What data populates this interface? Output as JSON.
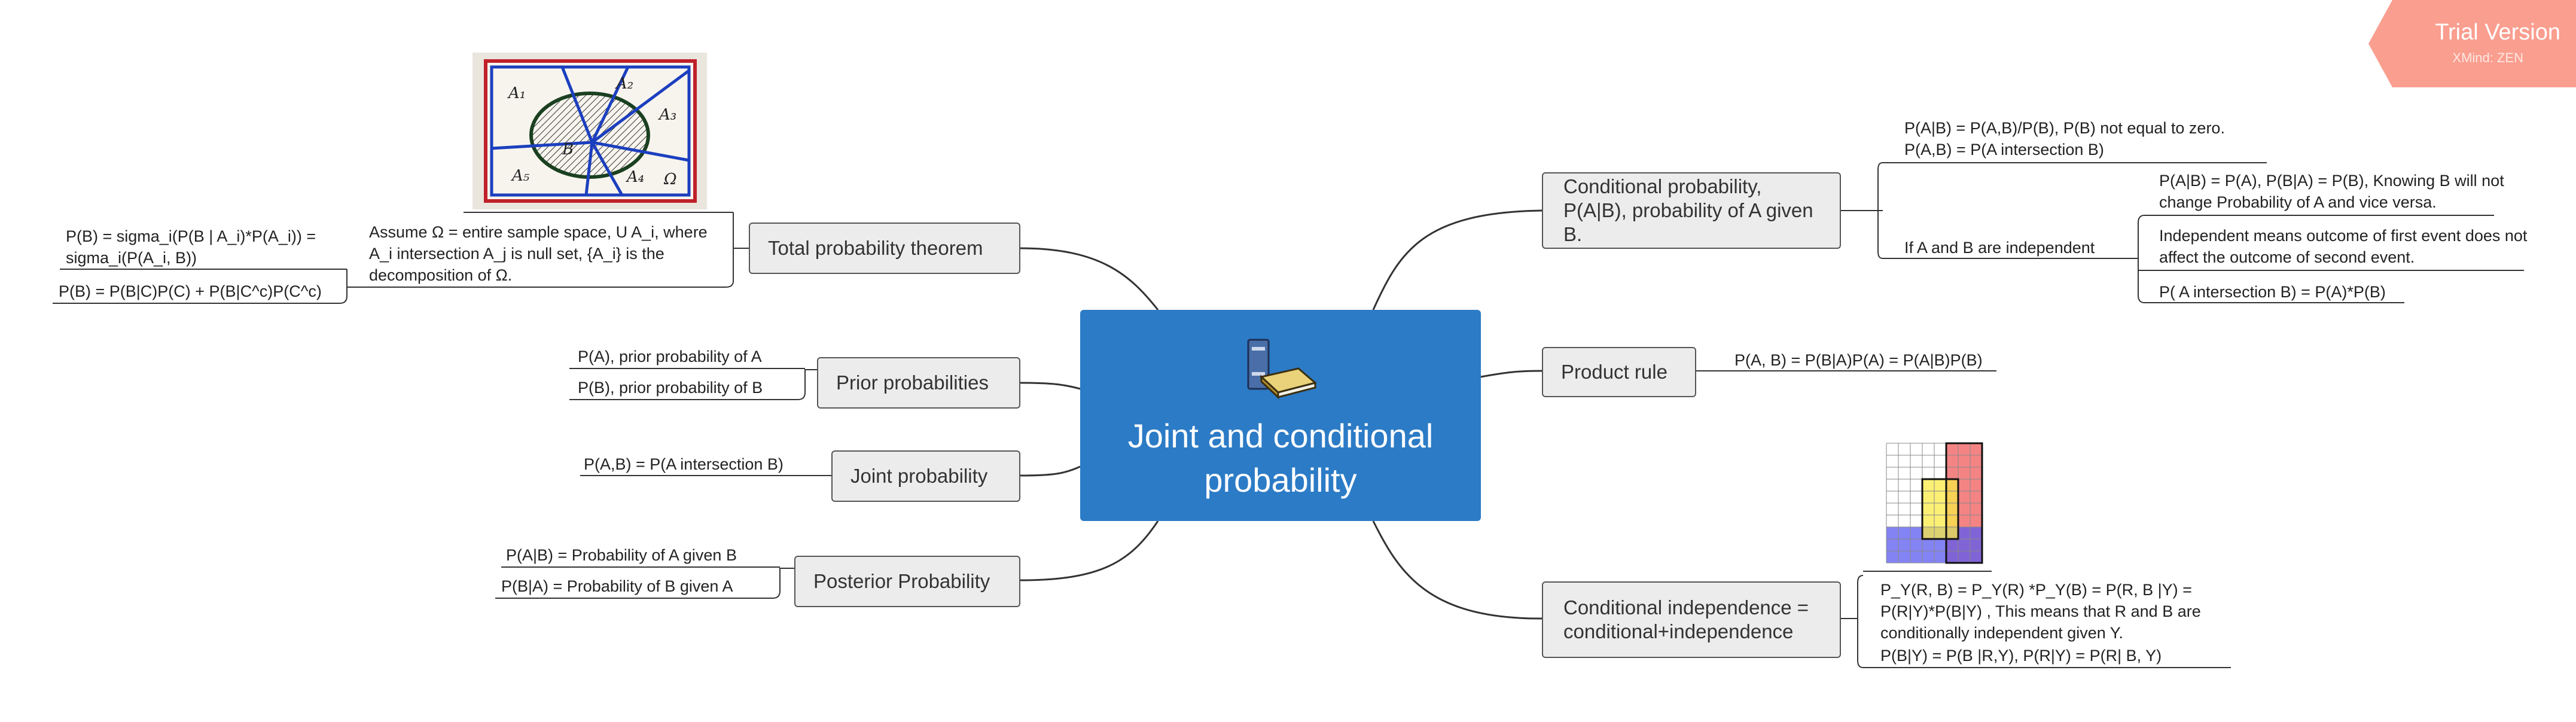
{
  "watermark": {
    "title": "Trial Version",
    "subtitle": "XMind: ZEN",
    "color": "#fa9e8f"
  },
  "central": {
    "title": "Joint and conditional probability",
    "icon": "books-icon",
    "color": "#2c7bc6"
  },
  "left_topics": {
    "total": {
      "label": "Total probability theorem",
      "note": "Assume Ω = entire sample space,  U A_i, where A_i intersection A_j is null set, {A_i} is the decomposition of Ω.",
      "formula1": "P(B) = sigma_i(P(B | A_i)*P(A_i)) = sigma_i(P(A_i, B))",
      "formula2": "P(B) = P(B|C)P(C) + P(B|C^c)P(C^c)",
      "image_labels": [
        "A₁",
        "A₂",
        "A₃",
        "A₄",
        "A₅",
        "B",
        "Ω"
      ]
    },
    "prior": {
      "label": "Prior probabilities",
      "item1": "P(A), prior probability of A",
      "item2": "P(B), prior probability of B"
    },
    "joint": {
      "label": "Joint probability",
      "item1": "P(A,B) = P(A intersection B)"
    },
    "posterior": {
      "label": "Posterior Probability",
      "item1": "P(A|B) = Probability of A given B",
      "item2": "P(B|A) =  Probability of B given A"
    }
  },
  "right_topics": {
    "conditional": {
      "label": "Conditional probability, P(A|B), probability of A given B.",
      "definition": "P(A|B) = P(A,B)/P(B), P(B) not equal to zero. P(A,B) = P(A intersection B)",
      "independent_label": "If A and B are independent",
      "independent_items": [
        "P(A|B) = P(A), P(B|A) = P(B), Knowing B will not change Probability of A and vice versa.",
        "Independent means outcome of first event does not affect the outcome of second event.",
        "P( A intersection B) = P(A)*P(B)"
      ]
    },
    "product": {
      "label": "Product rule",
      "formula": "P(A, B) = P(B|A)P(A) = P(A|B)P(B)"
    },
    "cond_indep": {
      "label": "Conditional independence = conditional+independence",
      "text": "P_Y(R, B) = P_Y(R) *P_Y(B) = P(R, B |Y) = P(R|Y)*P(B|Y) , This means that R and B are conditionally independent given Y.",
      "text2": "P(B|Y) = P(B |R,Y), P(R|Y) = P(R| B, Y)"
    }
  }
}
